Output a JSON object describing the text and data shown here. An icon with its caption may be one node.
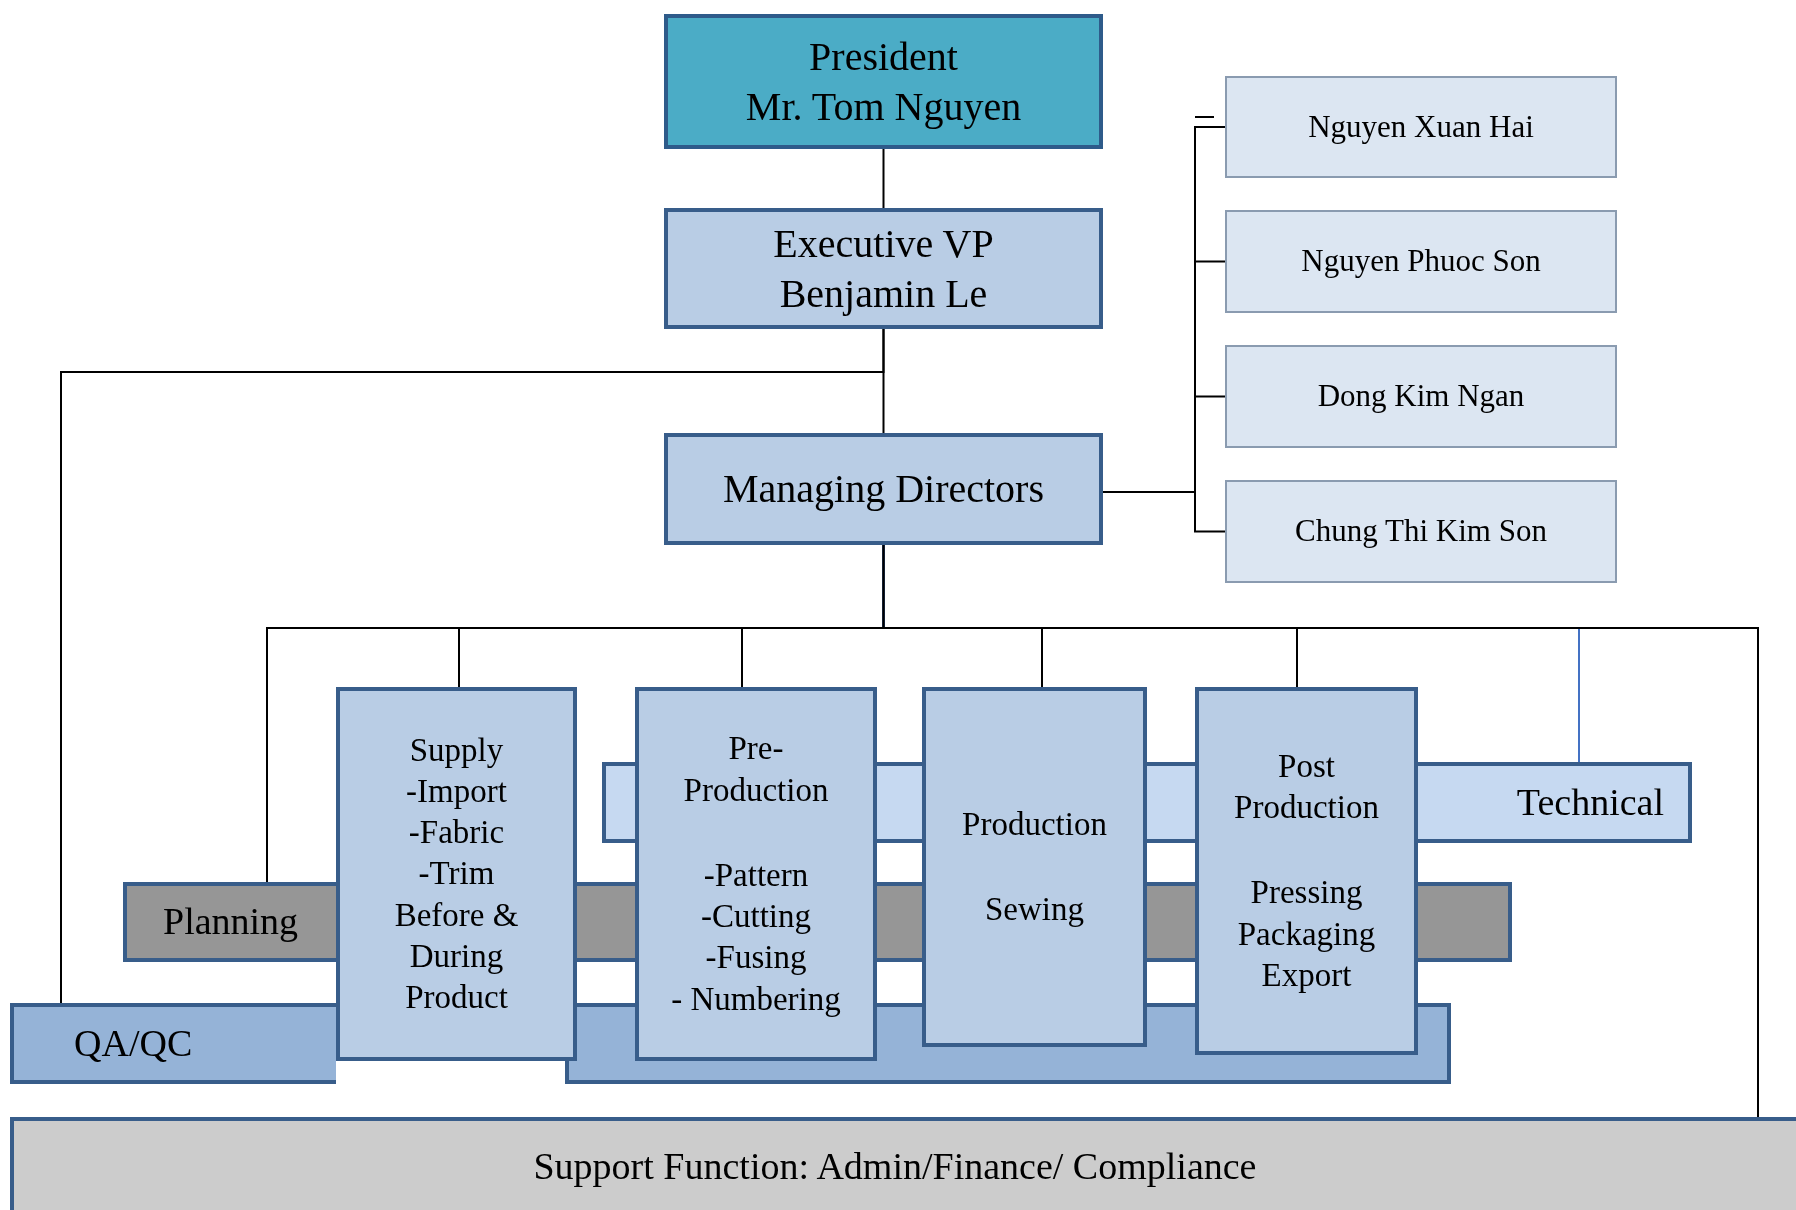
{
  "diagram": {
    "nodes": [
      {
        "text": [
          "President",
          "Mr. Tom Nguyen"
        ]
      },
      {
        "text": [
          "Executive VP",
          "Benjamin Le"
        ]
      },
      {
        "text": [
          "Managing Directors"
        ]
      },
      {
        "text": [
          "Nguyen Xuan Hai"
        ]
      },
      {
        "text": [
          "Nguyen Phuoc Son"
        ]
      },
      {
        "text": [
          "Dong Kim Ngan"
        ]
      },
      {
        "text": [
          "Chung Thi Kim Son"
        ]
      },
      {
        "text": [
          "Technical"
        ]
      },
      {
        "text": [
          "Planning"
        ]
      },
      {
        "text": [
          "QA/QC"
        ]
      },
      {
        "text": [
          "Supply",
          "-Import",
          "-Fabric",
          "-Trim",
          "Before & During Product"
        ]
      },
      {
        "text": [
          "Pre- Production",
          "-Pattern",
          "-Cutting",
          "-Fusing",
          "- Numbering"
        ]
      },
      {
        "text": [
          "Production",
          "Sewing"
        ]
      },
      {
        "text": [
          "Post Production",
          "Pressing",
          "Packaging",
          "Export"
        ]
      },
      {
        "text": [
          "Support Function: Admin/Finance/ Compliance"
        ]
      }
    ],
    "edges": [
      {
        "from": 0,
        "to": 1,
        "arrow": "none"
      },
      {
        "from": 1,
        "to": 2,
        "arrow": "none"
      },
      {
        "from": 1,
        "to": 9,
        "arrow": "none"
      },
      {
        "from": 2,
        "to": 3,
        "arrow": "none"
      },
      {
        "from": 2,
        "to": 4,
        "arrow": "none"
      },
      {
        "from": 2,
        "to": 5,
        "arrow": "none"
      },
      {
        "from": 2,
        "to": 6,
        "arrow": "none"
      },
      {
        "from": 2,
        "to": 8,
        "arrow": "none"
      },
      {
        "from": 2,
        "to": 10,
        "arrow": "none"
      },
      {
        "from": 2,
        "to": 11,
        "arrow": "none"
      },
      {
        "from": 2,
        "to": 12,
        "arrow": "none"
      },
      {
        "from": 2,
        "to": 13,
        "arrow": "none"
      },
      {
        "from": 2,
        "to": 7,
        "arrow": "none",
        "color": "#4472c4"
      },
      {
        "from": 2,
        "to": 14,
        "arrow": "none"
      }
    ]
  }
}
